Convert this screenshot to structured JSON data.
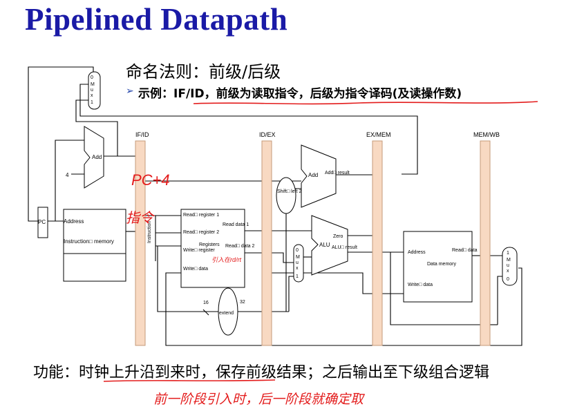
{
  "slide": {
    "title": "Pipelined Datapath",
    "naming_rule": "命名法则：前级/后级",
    "example_bullet": "➢",
    "example_text": "示例：IF/ID，前级为读取指令，后级为指令译码(及读操作数)",
    "function_text": "功能：时钟上升沿到来时，保存前级结果；之后输出至下级组合逻辑"
  },
  "pipeline_registers": {
    "if_id": "IF/ID",
    "id_ex": "ID/EX",
    "ex_mem": "EX/MEM",
    "mem_wb": "MEM/WB"
  },
  "units": {
    "pc": "PC",
    "add": "Add",
    "four": "4",
    "instr_mem_address": "Address",
    "instr_mem_label": "Instruction□ memory",
    "instruction": "Instruction",
    "read_register_1": "Read□ register 1",
    "read_register_2": "Read□ register 2",
    "write_register": "Write□ register",
    "write_data": "Write□ data",
    "registers": "Registers",
    "read_data_1": "Read data 1",
    "read_data_2": "Read□ data 2",
    "shift_left": "Shift□ left 2",
    "add2": "Add",
    "add_result": "Add□ result",
    "zero": "Zero",
    "alu": "ALU",
    "alu_result": "ALU□ result",
    "sixteen": "16",
    "extend": "extend",
    "thirty_two": "32",
    "dm_address": "Address",
    "dm_read_data": "Read□ data",
    "data_memory": "Data memory",
    "dm_write_data": "Write□ data",
    "mux_pc": [
      "0",
      "M",
      "u",
      "x",
      "1"
    ],
    "mux_alu": [
      "0",
      "M",
      "u",
      "x",
      "1"
    ],
    "mux_wb": [
      "1",
      "M",
      "u",
      "x",
      "0"
    ]
  },
  "annotations": {
    "pc4": "PC+4",
    "instr_note": "指令",
    "wr_note": "引入在rd/rt",
    "bottom_note": "前一阶段引入时，后一阶段就确定取"
  },
  "colors": {
    "title": "#1a1aa6",
    "pipeline_register_fill": "#f8d9c2",
    "pipeline_register_stroke": "#c49a7a",
    "annotation": "#e31b1b"
  }
}
